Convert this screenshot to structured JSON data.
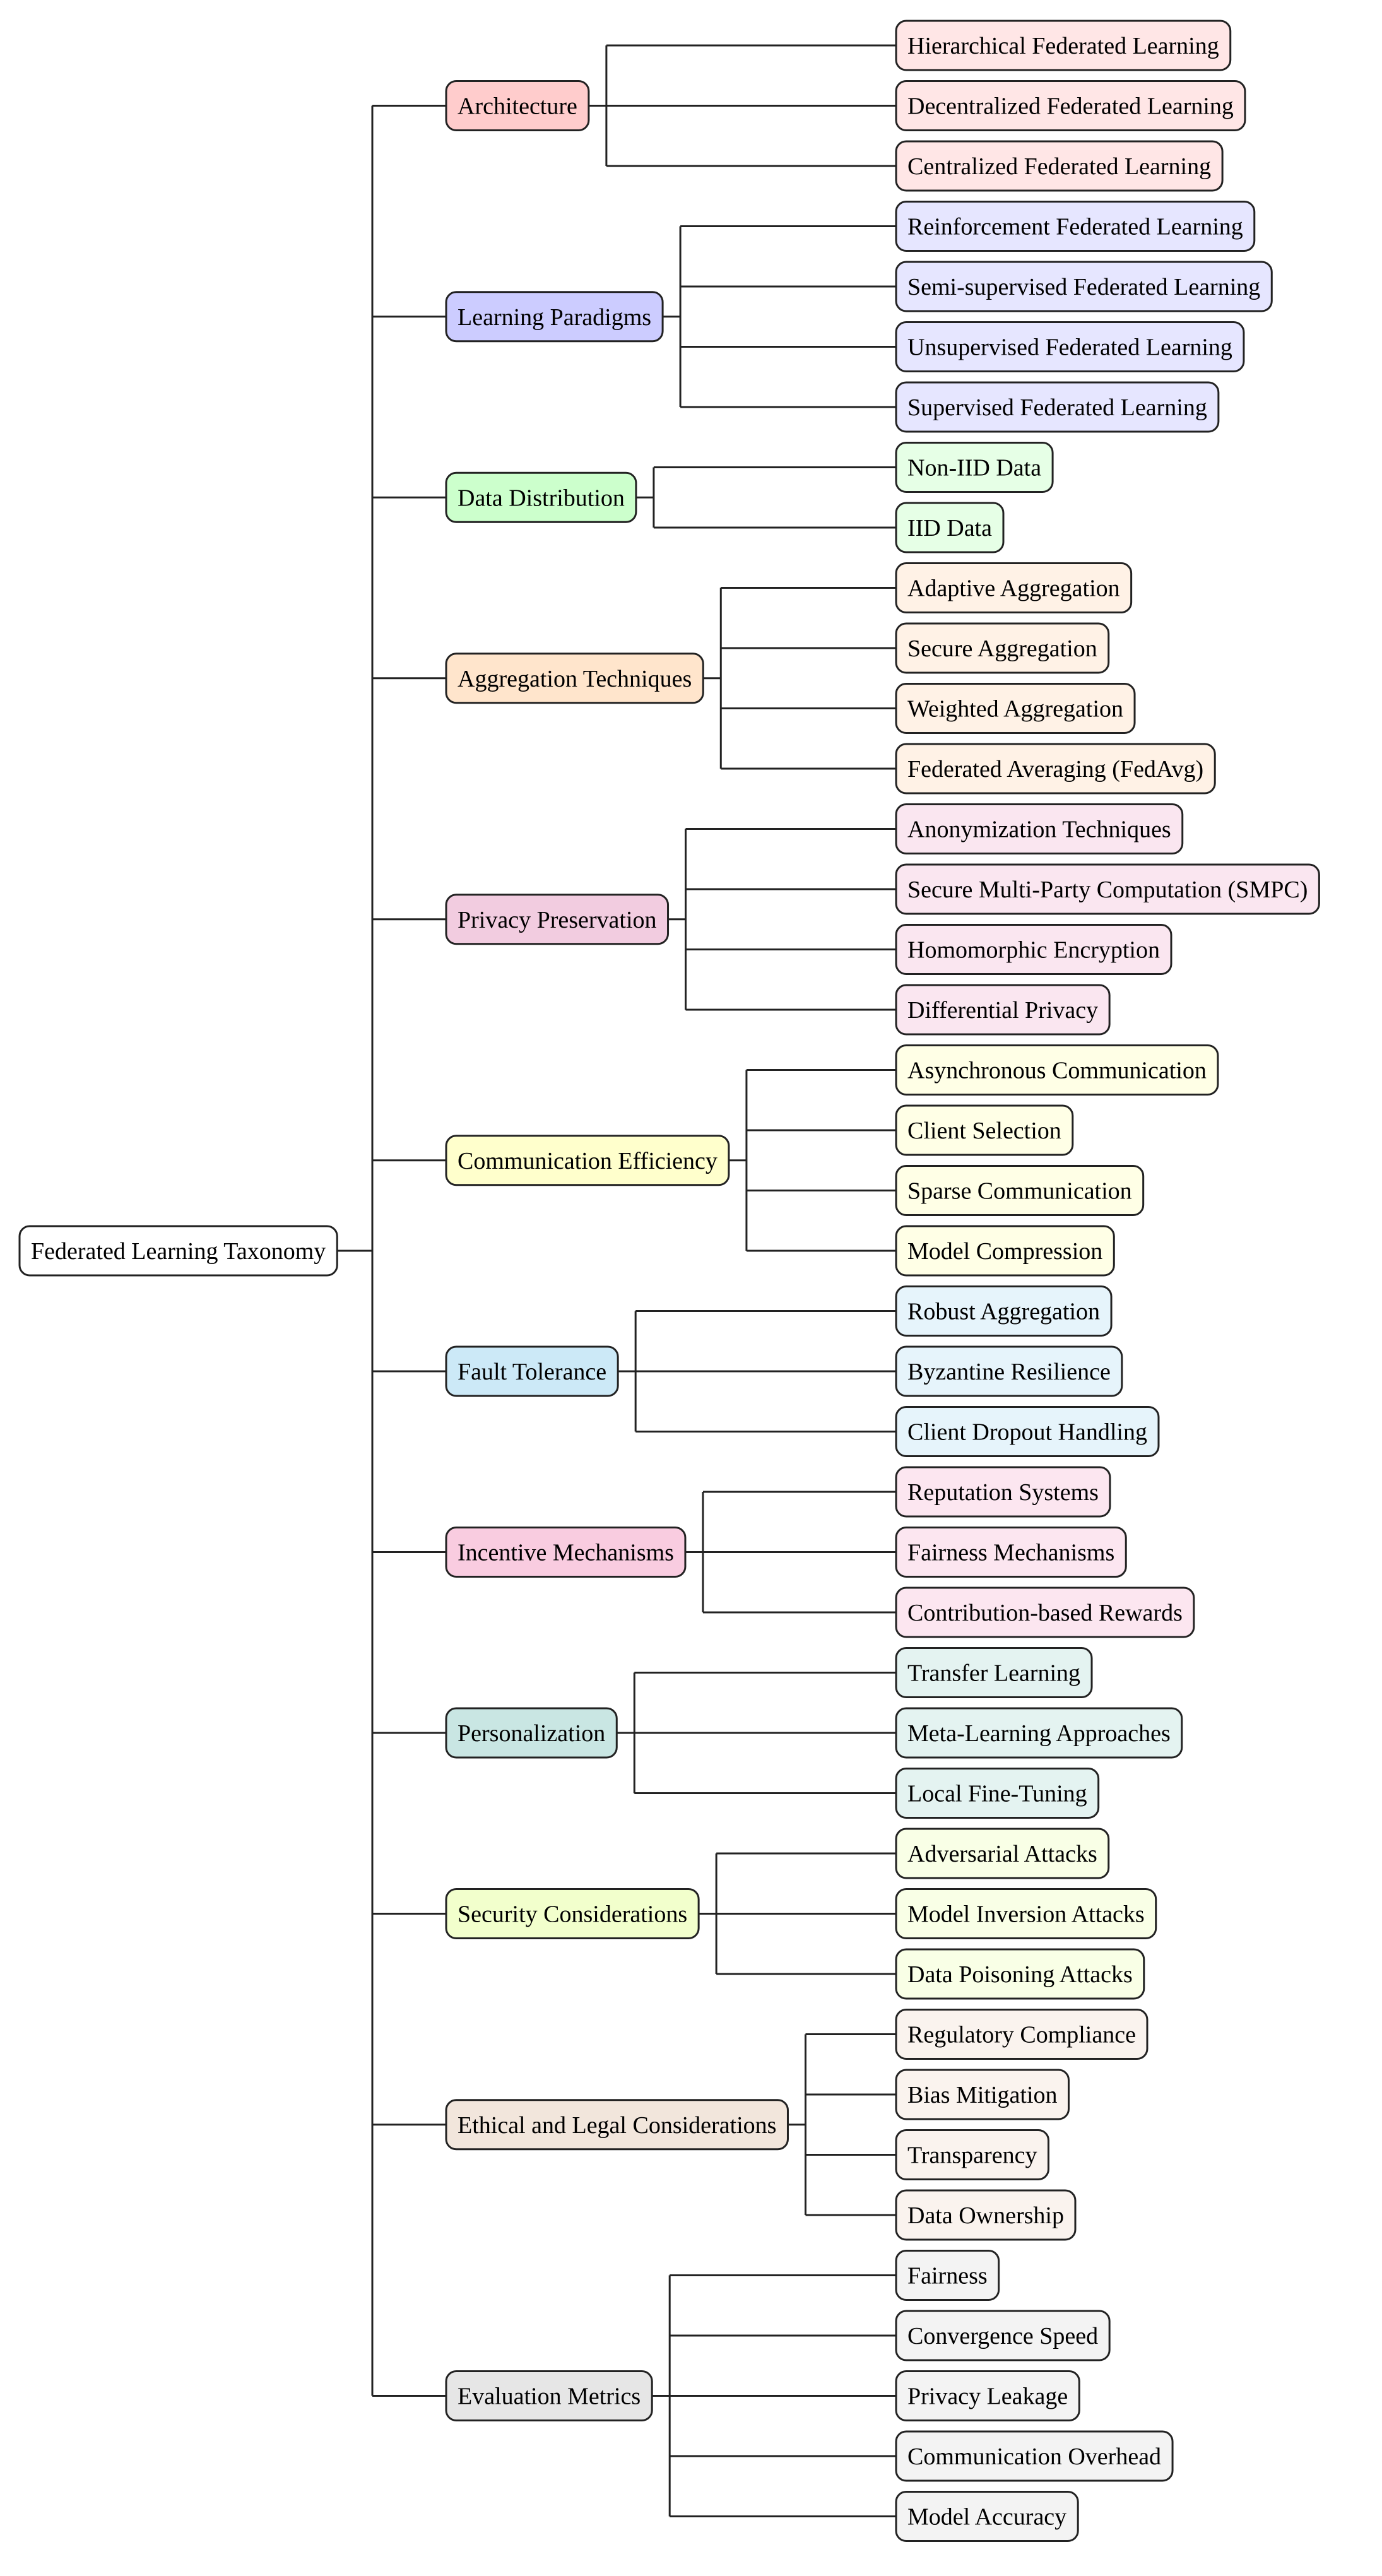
{
  "root": {
    "label": "Federated Learning Taxonomy",
    "fill": "#ffffff"
  },
  "categories": [
    {
      "label": "Architecture",
      "fill": "#ffcccc",
      "leaf_fill": "#ffe6e6",
      "children": [
        "Hierarchical Federated Learning",
        "Decentralized Federated Learning",
        "Centralized Federated Learning"
      ]
    },
    {
      "label": "Learning Paradigms",
      "fill": "#ccccff",
      "leaf_fill": "#e6e6ff",
      "children": [
        "Reinforcement Federated Learning",
        "Semi-supervised Federated Learning",
        "Unsupervised Federated Learning",
        "Supervised Federated Learning"
      ]
    },
    {
      "label": "Data Distribution",
      "fill": "#ccffcc",
      "leaf_fill": "#e6ffe6",
      "children": [
        "Non-IID Data",
        "IID Data"
      ]
    },
    {
      "label": "Aggregation Techniques",
      "fill": "#ffe5cc",
      "leaf_fill": "#fff2e6",
      "children": [
        "Adaptive Aggregation",
        "Secure Aggregation",
        "Weighted Aggregation",
        "Federated Averaging (FedAvg)"
      ]
    },
    {
      "label": "Privacy Preservation",
      "fill": "#f2cce0",
      "leaf_fill": "#fae6f0",
      "children": [
        "Anonymization Techniques",
        "Secure Multi-Party Computation (SMPC)",
        "Homomorphic Encryption",
        "Differential Privacy"
      ]
    },
    {
      "label": "Communication Efficiency",
      "fill": "#ffffcc",
      "leaf_fill": "#ffffe6",
      "children": [
        "Asynchronous Communication",
        "Client Selection",
        "Sparse Communication",
        "Model Compression"
      ]
    },
    {
      "label": "Fault Tolerance",
      "fill": "#cce9f7",
      "leaf_fill": "#e6f4fb",
      "children": [
        "Robust Aggregation",
        "Byzantine Resilience",
        "Client Dropout Handling"
      ]
    },
    {
      "label": "Incentive Mechanisms",
      "fill": "#f9cce0",
      "leaf_fill": "#fce6f0",
      "children": [
        "Reputation Systems",
        "Fairness Mechanisms",
        "Contribution-based Rewards"
      ]
    },
    {
      "label": "Personalization",
      "fill": "#c9e6e3",
      "leaf_fill": "#e4f3f1",
      "children": [
        "Transfer Learning",
        "Meta-Learning Approaches",
        "Local Fine-Tuning"
      ]
    },
    {
      "label": "Security Considerations",
      "fill": "#f2ffcc",
      "leaf_fill": "#f9ffe6",
      "children": [
        "Adversarial Attacks",
        "Model Inversion Attacks",
        "Data Poisoning Attacks"
      ]
    },
    {
      "label": "Ethical and Legal Considerations",
      "fill": "#f2e6dc",
      "leaf_fill": "#faf3ee",
      "children": [
        "Regulatory Compliance",
        "Bias Mitigation",
        "Transparency",
        "Data Ownership"
      ]
    },
    {
      "label": "Evaluation Metrics",
      "fill": "#e6e6e6",
      "leaf_fill": "#f3f3f3",
      "children": [
        "Fairness",
        "Convergence Speed",
        "Privacy Leakage",
        "Communication Overhead",
        "Model Accuracy"
      ]
    }
  ]
}
